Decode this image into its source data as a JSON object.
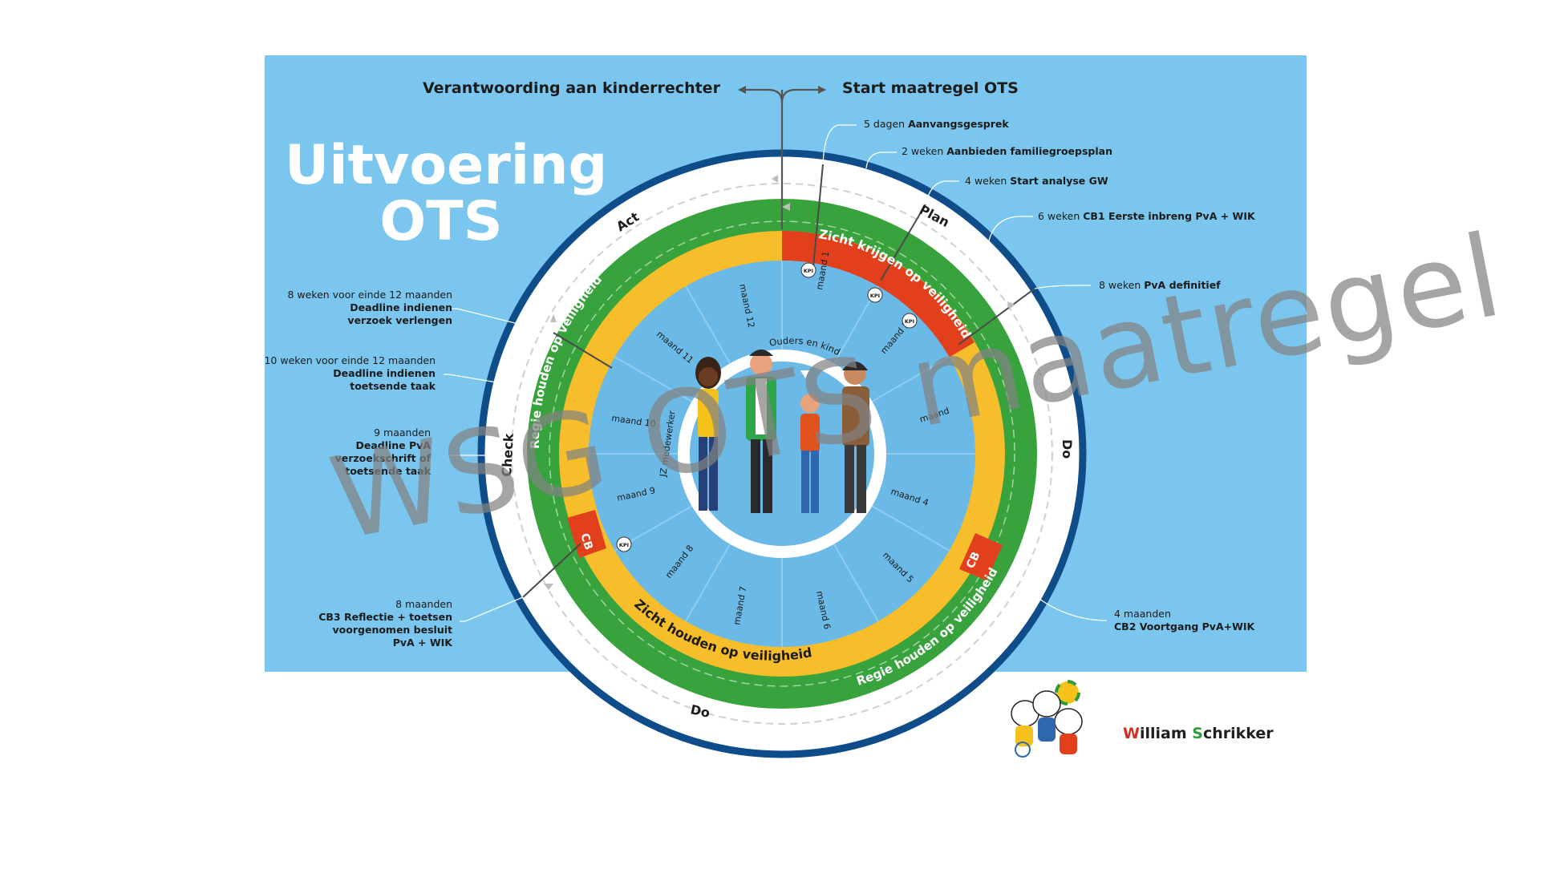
{
  "header": {
    "left_label": "Verantwoording aan kinderrechter",
    "right_label": "Start maatregel OTS"
  },
  "title": {
    "line1": "Uitvoering",
    "line2": "OTS"
  },
  "phases": {
    "plan": "Plan",
    "do_right": "Do",
    "do_bottom": "Do",
    "check": "Check",
    "act": "Act"
  },
  "bands": {
    "red": "Zicht krijgen op veiligheid",
    "yellow": "Zicht houden op veiligheid",
    "green_left": "Regie houden op veiligheid",
    "green_right": "Regie houden op veiligheid",
    "cb_left": "CB",
    "cb_right": "CB"
  },
  "months": {
    "m1": "maand 1",
    "m2": "maand 2",
    "m3": "maand",
    "m4": "maand 4",
    "m5": "maand 5",
    "m6": "maand 6",
    "m7": "maand 7",
    "m8": "maand 8",
    "m9": "maand 9",
    "m10": "maand 10",
    "m11": "maand 11",
    "m12": "maand 12"
  },
  "kpi": "KPI",
  "center": {
    "ouders": "Ouders en kind",
    "jz": "JZ medewerker"
  },
  "annotations_right": [
    {
      "num": "5 dagen",
      "label": "Aanvangsgesprek"
    },
    {
      "num": "2 weken",
      "label": "Aanbieden familiegroepsplan"
    },
    {
      "num": "4 weken",
      "label": "Start analyse GW"
    },
    {
      "num": "6 weken",
      "label": "CB1 Eerste inbreng PvA + WIK"
    },
    {
      "num": "8 weken",
      "label": "PvA definitief"
    },
    {
      "num": "4 maanden",
      "label": "CB2 Voortgang PvA+WIK"
    }
  ],
  "annotations_left": {
    "a1": {
      "num": "8 weken voor einde 12 maanden",
      "l1": "Deadline indienen",
      "l2": "verzoek verlengen"
    },
    "a2": {
      "num": "10 weken voor einde 12 maanden",
      "l1": "Deadline indienen",
      "l2": "toetsende taak"
    },
    "a3": {
      "num": "9 maanden",
      "l1": "Deadline PvA",
      "l2": "verzoekschrift of",
      "l3": "toetsende taak"
    },
    "a4": {
      "num": "8 maanden",
      "l1": "CB3 Reflectie + toetsen",
      "l2": "voorgenomen besluit",
      "l3": "PvA + WIK"
    }
  },
  "logo": {
    "first": "W",
    "rest1": "illiam ",
    "second": "S",
    "rest2": "chrikker"
  },
  "watermark": "WSG OTS maatregel",
  "colors": {
    "background": "#7bc6ee",
    "outer_ring": "#0f4c8a",
    "green": "#38a33d",
    "yellow": "#f7bd2a",
    "red": "#e2401c",
    "inner_blue": "#6ab9e6"
  }
}
